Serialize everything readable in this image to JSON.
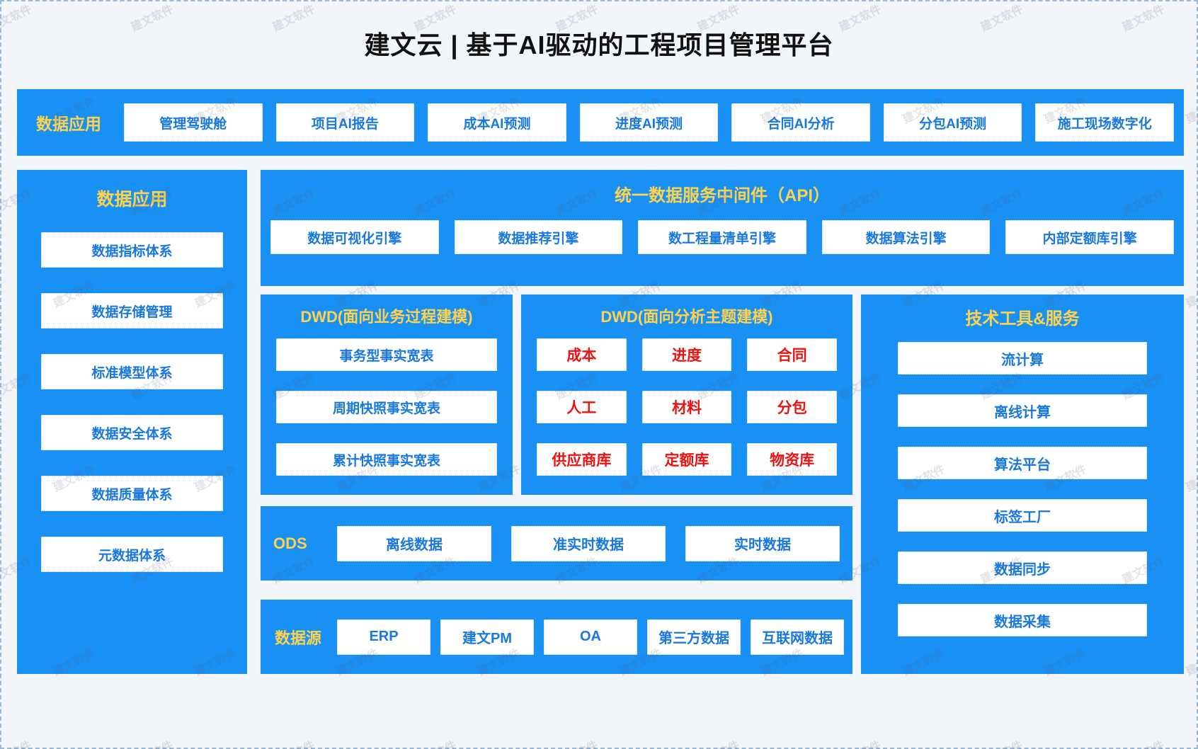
{
  "header": {
    "title": "建文云 | 基于AI驱动的工程项目管理平台"
  },
  "watermark": {
    "text": "建文软件"
  },
  "colors": {
    "panel_blue": "#1890f4",
    "title_yellow": "#ffd24d",
    "chip_blue_text": "#1878e0",
    "chip_red_text": "#ef1111",
    "page_bg": "#f2f6fa"
  },
  "data_application_band": {
    "label": "数据应用",
    "items": [
      "管理驾驶舱",
      "项目AI报告",
      "成本AI预测",
      "进度AI预测",
      "合同AI分析",
      "分包AI预测",
      "施工现场数字化"
    ]
  },
  "left_column": {
    "title": "数据应用",
    "items": [
      "数据指标体系",
      "数据存储管理",
      "标准模型体系",
      "数据安全体系",
      "数据质量体系",
      "元数据体系"
    ]
  },
  "api_panel": {
    "title": "统一数据服务中间件（API）",
    "items": [
      "数据可视化引擎",
      "数据推荐引擎",
      "数工程量清单引擎",
      "数据算法引擎",
      "内部定额库引擎"
    ]
  },
  "dwd_business": {
    "title": "DWD(面向业务过程建模)",
    "items": [
      "事务型事实宽表",
      "周期快照事实宽表",
      "累计快照事实宽表"
    ]
  },
  "dwd_theme": {
    "title": "DWD(面向分析主题建模)",
    "items": [
      "成本",
      "进度",
      "合同",
      "人工",
      "材料",
      "分包",
      "供应商库",
      "定额库",
      "物资库"
    ]
  },
  "tech_tools": {
    "title": "技术工具&服务",
    "items": [
      "流计算",
      "离线计算",
      "算法平台",
      "标签工厂",
      "数据同步",
      "数据采集"
    ]
  },
  "ods_band": {
    "label": "ODS",
    "items": [
      "离线数据",
      "准实时数据",
      "实时数据"
    ]
  },
  "source_band": {
    "label": "数据源",
    "items": [
      "ERP",
      "建文PM",
      "OA",
      "第三方数据",
      "互联网数据"
    ]
  }
}
